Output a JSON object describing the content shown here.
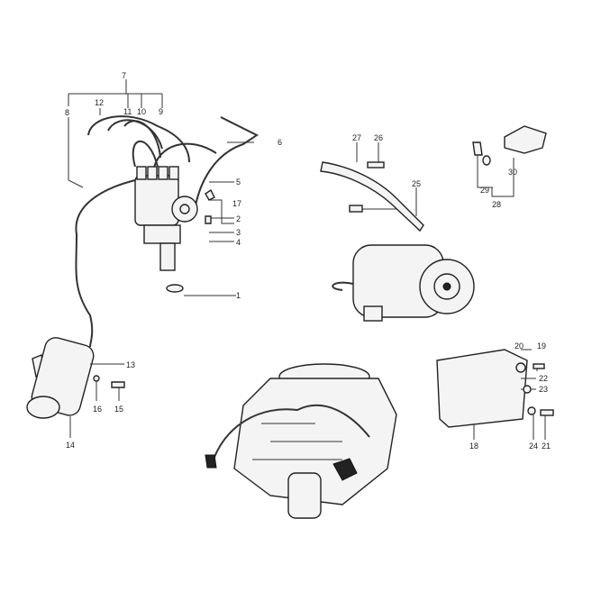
{
  "diagram": {
    "title": "Ignition and charging system parts diagram",
    "labels": {
      "p1": "1",
      "p2": "2",
      "p3": "3",
      "p4": "4",
      "p5": "5",
      "p6": "6",
      "p7": "7",
      "p8": "8",
      "p9": "9",
      "p10": "10",
      "p11": "11",
      "p12": "12",
      "p13": "13",
      "p14": "14",
      "p15": "15",
      "p16": "16",
      "p17": "17",
      "p18": "18",
      "p19": "19",
      "p20": "20",
      "p21": "21",
      "p22": "22",
      "p23": "23",
      "p24": "24",
      "p25": "25",
      "p26": "26",
      "p27": "27",
      "p28": "28",
      "p29": "29",
      "p30": "30"
    }
  }
}
